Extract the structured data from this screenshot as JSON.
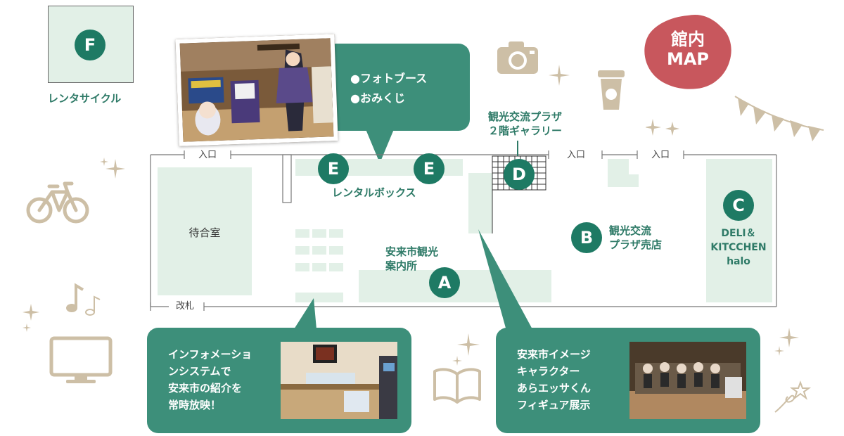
{
  "badge": {
    "line1": "館内",
    "line2": "MAP"
  },
  "rental_cycle": {
    "marker": "F",
    "label": "レンタサイクル"
  },
  "photo_callout": {
    "items": [
      "●フォトブース",
      "●おみくじ"
    ]
  },
  "gallery": {
    "line1": "観光交流プラザ",
    "line2": "２階ギャラリー",
    "marker": "D"
  },
  "entrances": {
    "left": "入口",
    "middle": "入口",
    "right": "入口"
  },
  "ticket_gate": "改札",
  "waiting_room": "待合室",
  "rental_box": {
    "marker": "E",
    "label": "レンタルボックス"
  },
  "tourist_info": {
    "line1": "安来市観光",
    "line2": "案内所",
    "marker": "A"
  },
  "shop": {
    "line1": "観光交流",
    "line2": "プラザ売店",
    "marker": "B"
  },
  "deli": {
    "line1": "DELI＆",
    "line2": "KITCCHEN",
    "line3": "halo",
    "marker": "C"
  },
  "info_callout": {
    "lines": [
      "インフォメーショ",
      "ンシステムで",
      "安来市の紹介を",
      "常時放映！"
    ]
  },
  "figure_callout": {
    "lines": [
      "安来市イメージ",
      "キャラクター",
      "あらエッサくん",
      "フィギュア展示"
    ]
  },
  "colors": {
    "green": "#2e7a67",
    "callout": "#3d8f7a",
    "room": "#e2f0e7",
    "badge": "#c8575d",
    "decor": "#cdbfa6"
  }
}
